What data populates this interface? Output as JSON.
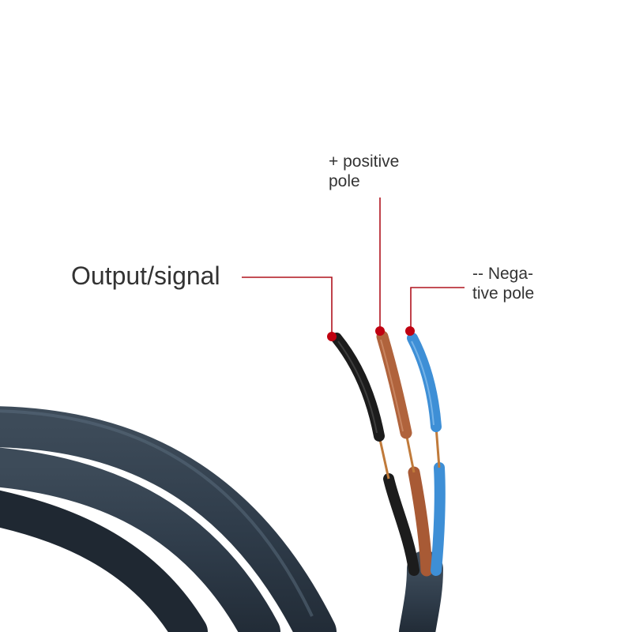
{
  "labels": {
    "output": "Output/signal",
    "positive": [
      "+ positive",
      "pole"
    ],
    "negative": [
      "-- Nega-",
      "tive pole"
    ]
  },
  "colors": {
    "background": "#ffffff",
    "text": "#333333",
    "leader_line": "#b0141e",
    "leader_dot": "#c00010",
    "cable_sheath": "#2f3c4a",
    "wire_black": "#1c1c1c",
    "wire_brown": "#b0633c",
    "wire_blue": "#3e8fd6",
    "copper": "#c07a3a"
  }
}
